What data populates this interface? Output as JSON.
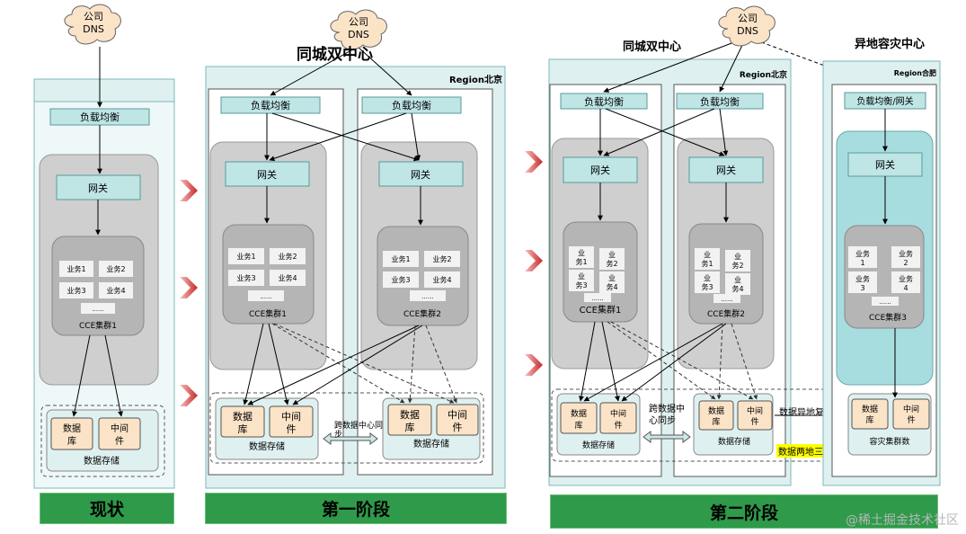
{
  "dns_label": [
    "公司",
    "DNS"
  ],
  "stage1": {
    "label": "现状",
    "lb": "负载均衡",
    "gateway": "网关",
    "services": [
      "业务1",
      "业务2",
      "业务3",
      "业务4",
      "......"
    ],
    "cluster": "CCE集群1",
    "db": [
      "数据",
      "库"
    ],
    "mw": [
      "中间",
      "件"
    ],
    "storage": "数据存储"
  },
  "stage2": {
    "label": "第一阶段",
    "title": "同城双中心",
    "region": "Region北京",
    "lb": "负载均衡",
    "gateway": "网关",
    "services": [
      "业务1",
      "业务2",
      "业务3",
      "业务4",
      "......"
    ],
    "clusters": [
      "CCE集群1",
      "CCE集群2"
    ],
    "db": [
      "数据",
      "库"
    ],
    "mw": [
      "中间",
      "件"
    ],
    "storage": "数据存储",
    "sync": [
      "跨数据中心同",
      "步"
    ]
  },
  "stage3": {
    "label": "第二阶段",
    "title": "同城双中心",
    "region": "Region北京",
    "lb": "负载均衡",
    "gateway": "网关",
    "services_a": [
      "业",
      "务1",
      "业",
      "务2",
      "业",
      "务3",
      "业",
      "务4"
    ],
    "services_b": [
      "业",
      "务1",
      "业",
      "务2",
      "业",
      "务3",
      "业",
      "务4"
    ],
    "dots": "......",
    "clusters": [
      "CCE集群1",
      "CCE集群2"
    ],
    "db": [
      "数据",
      "库"
    ],
    "mw": [
      "中间",
      "件"
    ],
    "storage": "数据存储",
    "sync": [
      "跨数据中",
      "心同步"
    ],
    "copy": "数据异地复制",
    "highlight": "数据两地三中心"
  },
  "dr": {
    "title": "异地容灾中心",
    "region": "Region合肥",
    "lb": "负载均衡/网关",
    "gateway": "网关",
    "services": [
      "业务",
      "1",
      "业务",
      "2",
      "业务",
      "3",
      "业务",
      "4",
      "......"
    ],
    "cluster": "CCE集群3",
    "db": [
      "数据",
      "库"
    ],
    "mw": [
      "中间",
      "件"
    ],
    "storage": "容灾集群数"
  },
  "watermark": "@稀土掘金技术社区",
  "colors": {
    "region_bg": "#dff0f0",
    "region_border": "#7fb8b8",
    "box_fill": "#bfe5e5",
    "cluster_gray": "#cfcfcf",
    "cluster_dark": "#b5b5b5",
    "db_fill": "#fbe3c8",
    "stage_green": "#2e9a4a",
    "arrow_red": "#d03030",
    "highlight": "#ffff00"
  }
}
